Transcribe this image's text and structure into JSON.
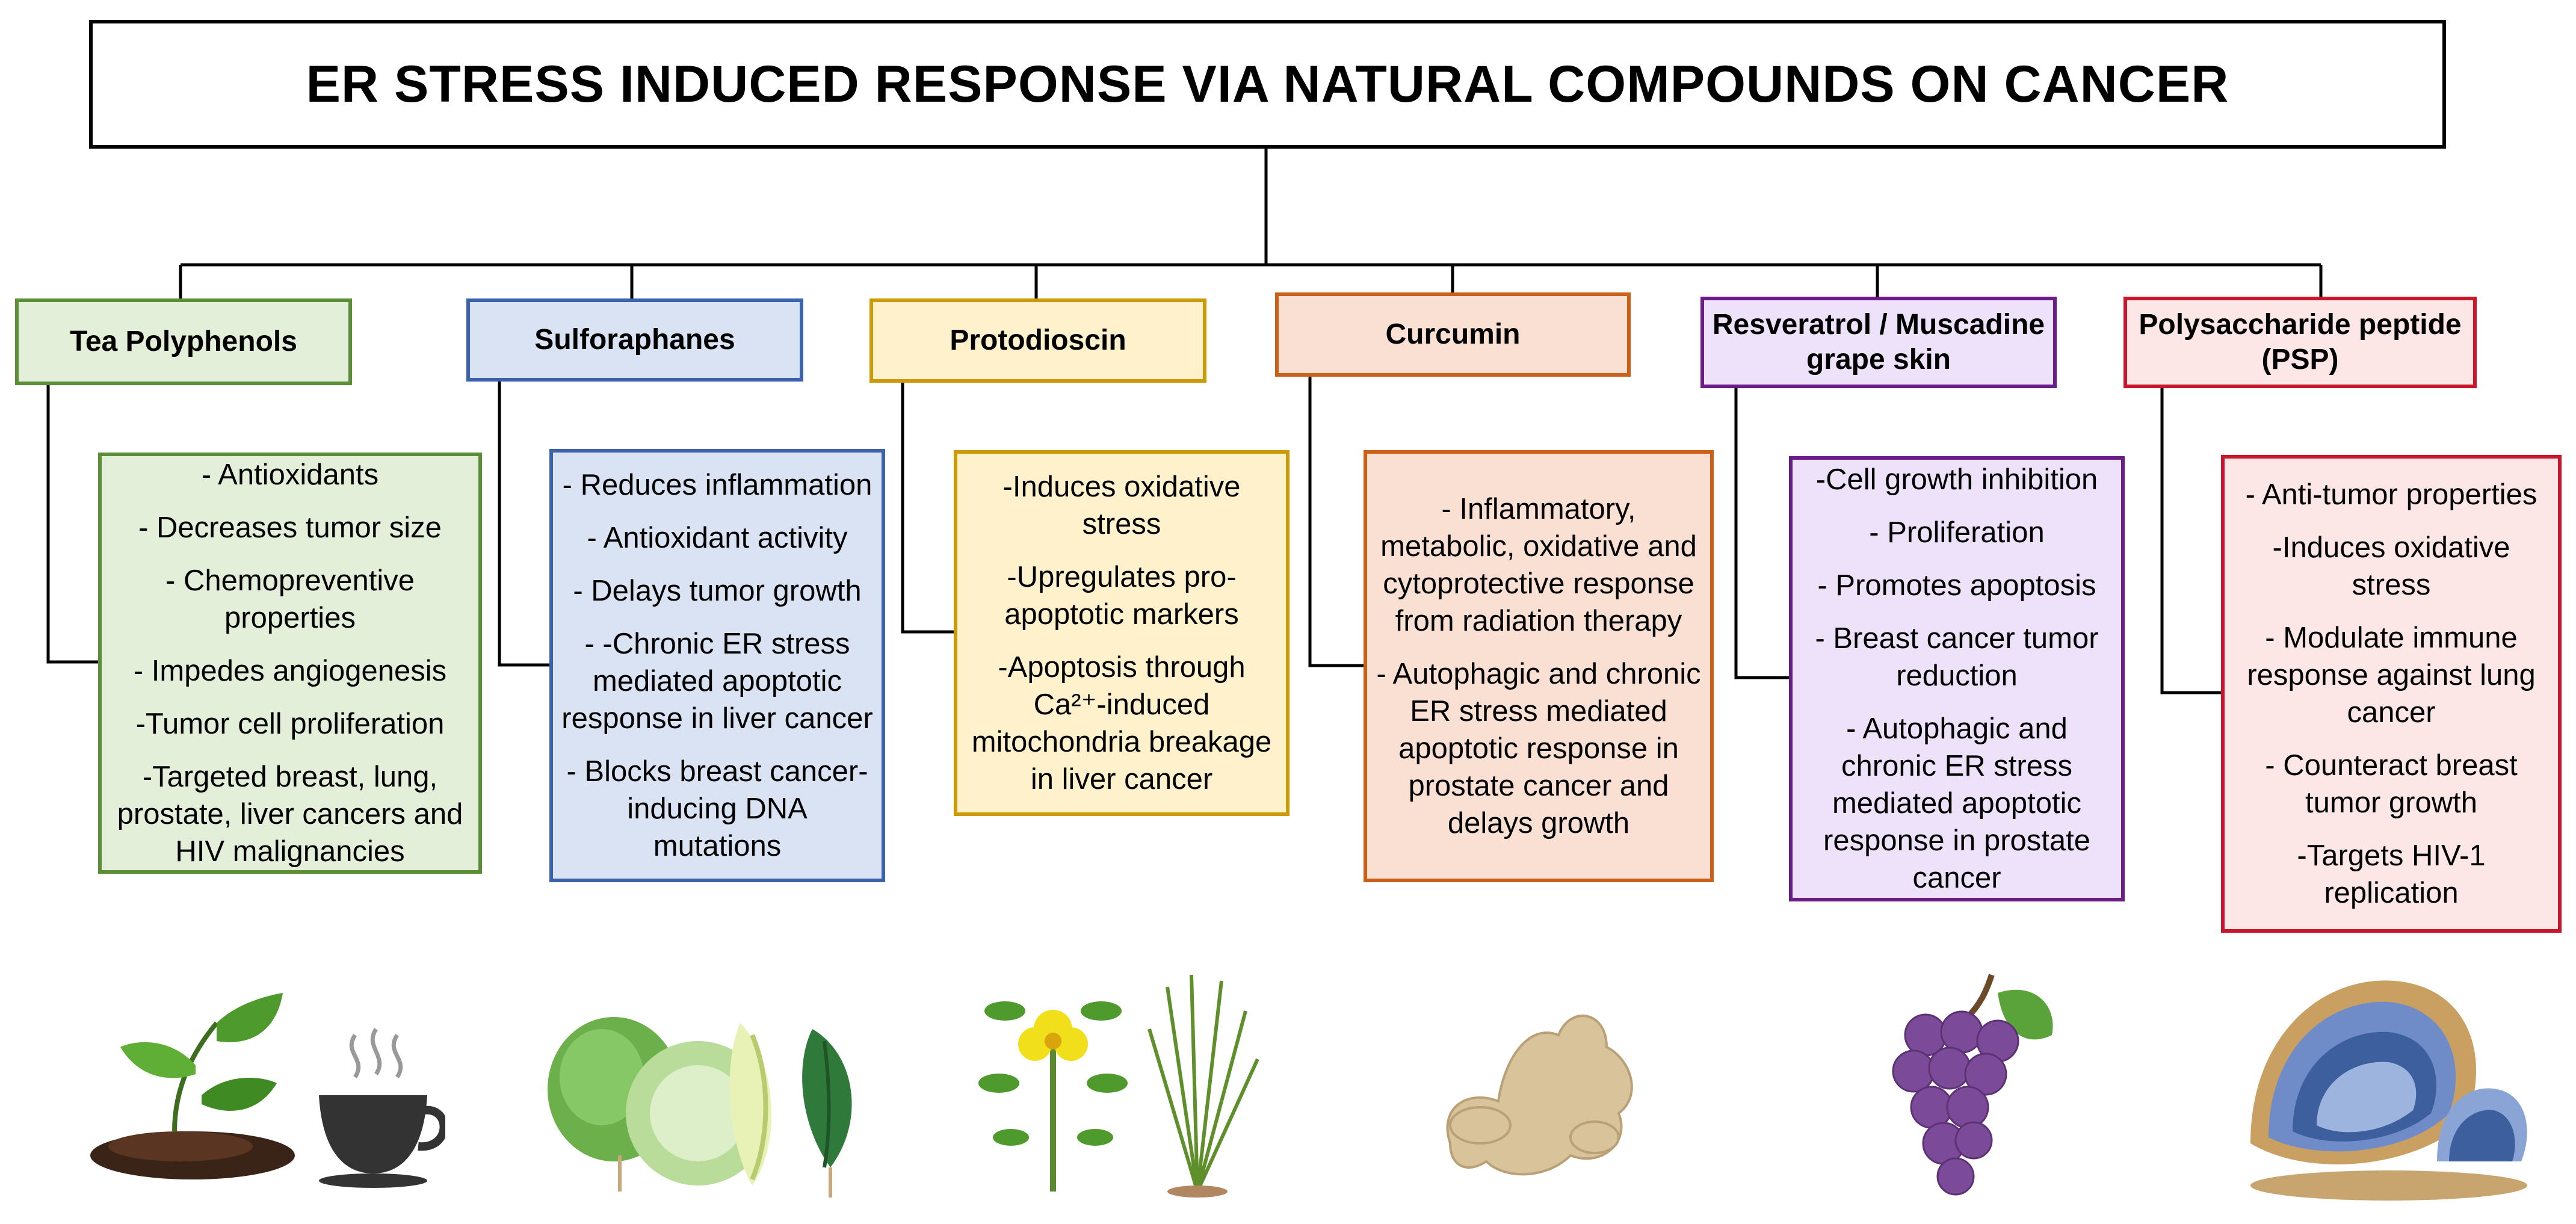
{
  "title": "ER STRESS INDUCED RESPONSE VIA NATURAL COMPOUNDS ON CANCER",
  "compounds": [
    {
      "name": "Tea Polyphenols",
      "effects": [
        "- Antioxidants",
        "- Decreases tumor size",
        "- Chemopreventive properties",
        "- Impedes angiogenesis",
        "-Tumor cell proliferation",
        "-Targeted breast, lung, prostate, liver cancers and HIV malignancies"
      ]
    },
    {
      "name": "Sulforaphanes",
      "effects": [
        "- Reduces inflammation",
        "- Antioxidant activity",
        "- Delays tumor growth",
        "- -Chronic ER stress mediated apoptotic response in liver cancer",
        "- Blocks breast cancer-inducing DNA mutations"
      ]
    },
    {
      "name": "Protodioscin",
      "effects": [
        "-Induces oxidative stress",
        "-Upregulates pro-apoptotic markers",
        "-Apoptosis through Ca²⁺-induced mitochondria breakage in liver cancer"
      ]
    },
    {
      "name": "Curcumin",
      "effects": [
        "- Inflammatory, metabolic, oxidative and cytoprotective response from radiation therapy",
        "- Autophagic and chronic ER stress mediated apoptotic response in prostate cancer and delays growth"
      ]
    },
    {
      "name": "Resveratrol / Muscadine grape skin",
      "effects": [
        "-Cell growth inhibition",
        "- Proliferation",
        "- Promotes apoptosis",
        "- Breast cancer tumor reduction",
        "- Autophagic and chronic ER stress mediated apoptotic response in prostate cancer"
      ]
    },
    {
      "name": "Polysaccharide peptide (PSP)",
      "effects": [
        "- Anti-tumor properties",
        "-Induces oxidative stress",
        "- Modulate immune response against lung cancer",
        "- Counteract breast tumor growth",
        "-Targets HIV-1 replication"
      ]
    }
  ],
  "colors": {
    "tea": "#5b8f36",
    "sulforaphanes": "#3a62ad",
    "protodioscin": "#cc9a06",
    "curcumin": "#cc6018",
    "resveratrol": "#6b1d87",
    "psp": "#c9162a"
  },
  "illustrations": [
    "tea-leaves-icon",
    "tea-cup-icon",
    "cruciferous-vegetables-icon",
    "tribulus-plant-icon",
    "ginger-root-icon",
    "grapes-icon",
    "mushroom-icon"
  ]
}
